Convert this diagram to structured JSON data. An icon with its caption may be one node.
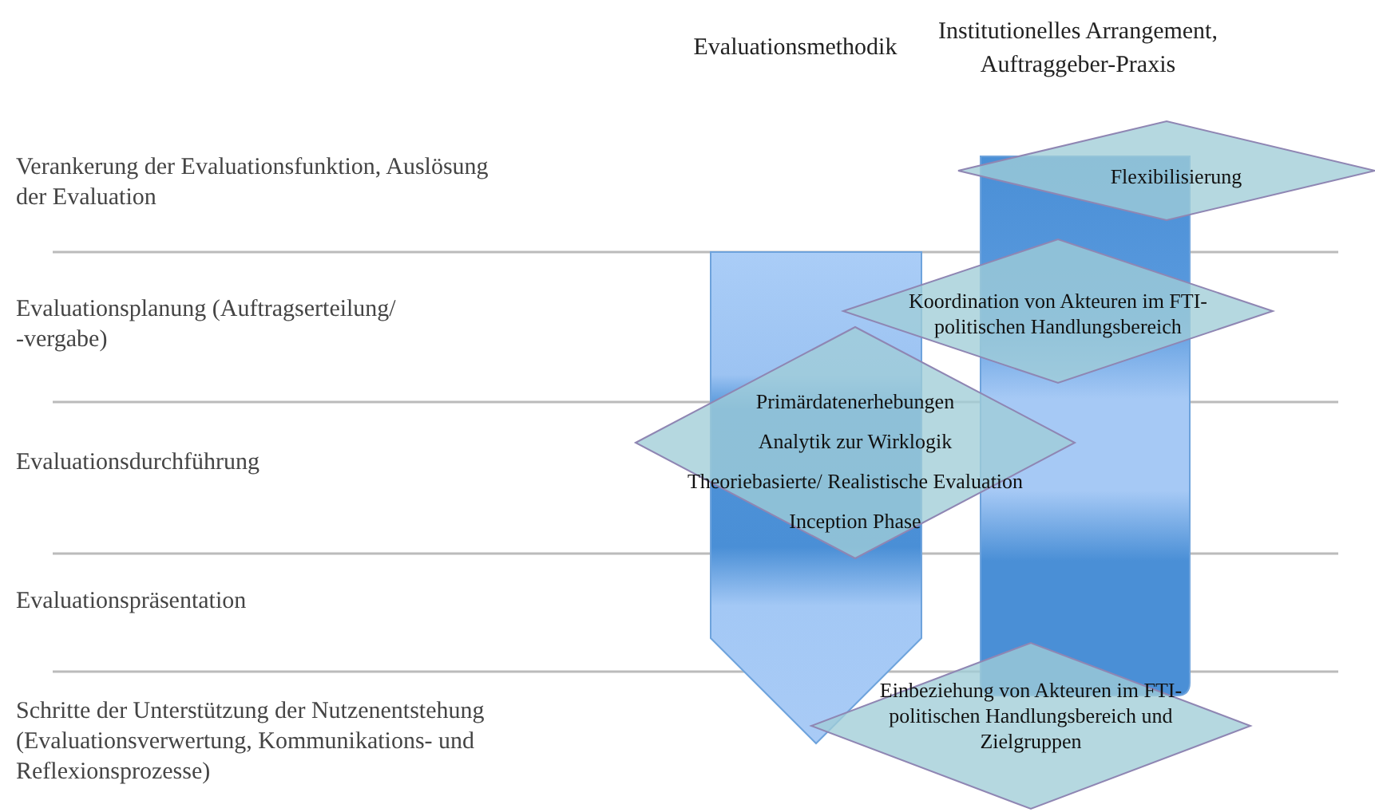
{
  "diagram": {
    "nodes": [
      {
        "text": [],
        "shape": "arrow"
      },
      {
        "text": [],
        "shape": "bar"
      },
      {
        "text": [
          "Flexibilisierung"
        ]
      },
      {
        "text": [
          "Koordination von Akteuren im FTI-politischen Handlungsbereich"
        ]
      },
      {
        "text": [
          "Primärdatenerhebungen",
          "Analytik zur Wirklogik",
          "Theoriebasierte/ Realistische Evaluation",
          "Inception Phase"
        ]
      },
      {
        "text": [
          "Einbeziehung von Akteuren im FTI-politischen Handlungsbereich und Zielgruppen"
        ]
      }
    ],
    "labels": [
      "Evaluationsmethodik",
      "Institutionelles Arrangement, Auftraggeber-Praxis",
      "Verankerung der Evaluationsfunktion, Auslösung der Evaluation",
      "Evaluationsplanung (Auftragserteilung/ -vergabe)",
      "Evaluationsdurchführung",
      "Evaluationspräsentation",
      "Schritte der Unterstützung der Nutzenentstehung (Evaluationsverwertung, Kommunikations- und Reflexionsprozesse)"
    ]
  }
}
